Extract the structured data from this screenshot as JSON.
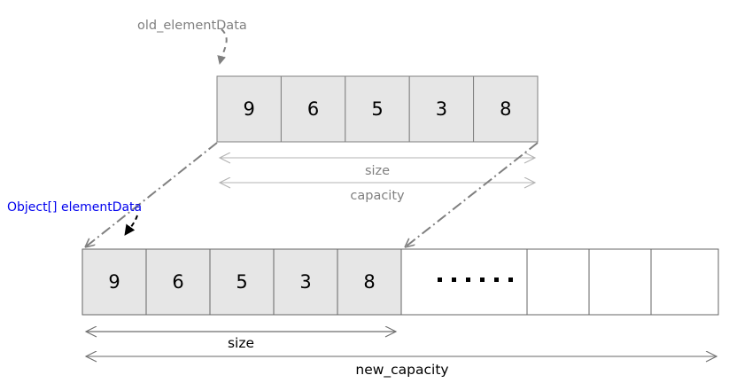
{
  "diagram": {
    "title_hint": "ArrayList grow: old elementData copied into new larger array",
    "background": "#ffffff",
    "colors": {
      "filled_cell_fill": "#e6e6e6",
      "empty_cell_fill": "#ffffff",
      "cell_stroke": "#666666",
      "gray_label": "#808080",
      "blue_label": "#0000ee",
      "black_label": "#000000",
      "dashdot_line": "#808080",
      "light_arrow": "#b3b3b3",
      "dark_arrow": "#808080"
    }
  },
  "old_array": {
    "pointer_label": "old_elementData",
    "cells": [
      {
        "value": "9",
        "filled": true
      },
      {
        "value": "6",
        "filled": true
      },
      {
        "value": "5",
        "filled": true
      },
      {
        "value": "3",
        "filled": true
      },
      {
        "value": "8",
        "filled": true
      }
    ],
    "measures": [
      {
        "name": "size",
        "label": "size"
      },
      {
        "name": "capacity",
        "label": "capacity"
      }
    ]
  },
  "new_array": {
    "pointer_label": "Object[] elementData",
    "cells": [
      {
        "value": "9",
        "filled": true
      },
      {
        "value": "6",
        "filled": true
      },
      {
        "value": "5",
        "filled": true
      },
      {
        "value": "3",
        "filled": true
      },
      {
        "value": "8",
        "filled": true
      },
      {
        "value": "▪ ▪ ▪ ▪ ▪ ▪",
        "filled": false
      },
      {
        "value": "",
        "filled": false
      },
      {
        "value": "",
        "filled": false
      },
      {
        "value": "",
        "filled": false
      }
    ],
    "ellipsis_dot_count": 6,
    "measures": [
      {
        "name": "size",
        "label": "size"
      },
      {
        "name": "new_capacity",
        "label": "new_capacity"
      }
    ]
  }
}
